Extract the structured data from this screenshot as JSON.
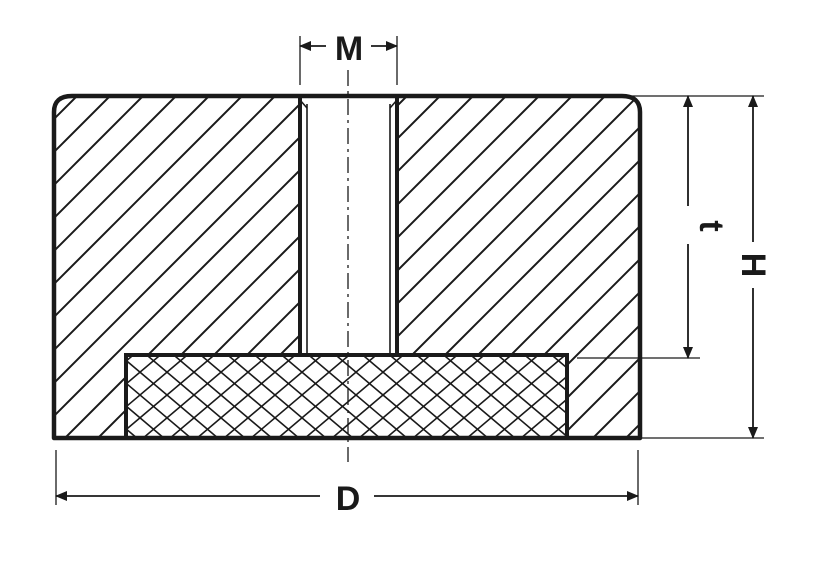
{
  "labels": {
    "m": "M",
    "t": "t",
    "h": "H",
    "d": "D"
  },
  "colors": {
    "stroke": "#1a1a1a",
    "background": "#ffffff"
  }
}
